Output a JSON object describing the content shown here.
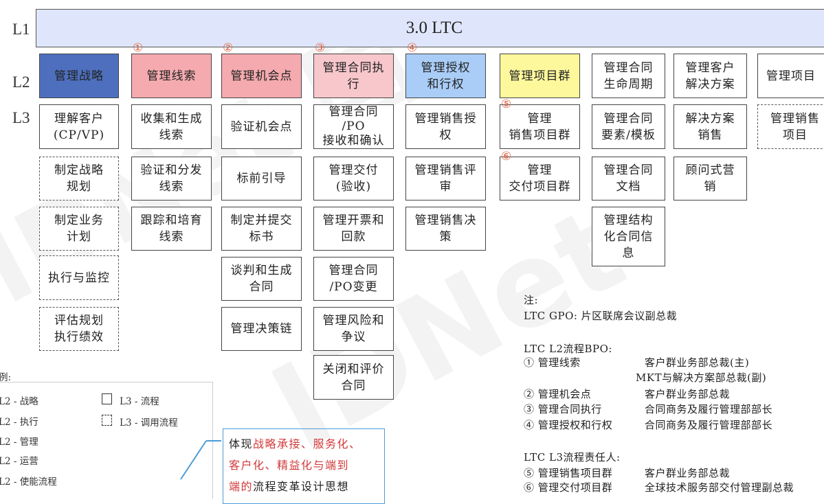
{
  "levels": {
    "l1": "L1",
    "l2": "L2",
    "l3": "L3"
  },
  "header": {
    "title": "3.0 LTC"
  },
  "colors": {
    "header_bg": "#dfe6fb",
    "strategy": "#4d6fbe",
    "lead": "#f4aaaf",
    "contract_exec": "#f7c7cb",
    "authority": "#a9cdf7",
    "project_group": "#fdf89c",
    "accent_circle": "#e06040",
    "highlight_red": "#d23a3a",
    "highlight_box": "#4a9ad6"
  },
  "columns": [
    {
      "l2": "管理战略",
      "num": "",
      "l3": [
        {
          "text": "理解客户\n(CP/VP)",
          "type": "flow"
        },
        {
          "text": "制定战略\n规划",
          "type": "call"
        },
        {
          "text": "制定业务\n计划",
          "type": "call"
        },
        {
          "text": "执行与监控",
          "type": "call"
        },
        {
          "text": "评估规划\n执行绩效",
          "type": "call"
        }
      ]
    },
    {
      "l2": "管理线索",
      "num": "①",
      "l3": [
        {
          "text": "收集和生成\n线索",
          "type": "flow"
        },
        {
          "text": "验证和分发\n线索",
          "type": "flow"
        },
        {
          "text": "跟踪和培育\n线索",
          "type": "flow"
        }
      ]
    },
    {
      "l2": "管理机会点",
      "num": "②",
      "l3": [
        {
          "text": "验证机会点",
          "type": "flow"
        },
        {
          "text": "标前引导",
          "type": "flow"
        },
        {
          "text": "制定并提交\n标书",
          "type": "flow"
        },
        {
          "text": "谈判和生成\n合同",
          "type": "flow"
        },
        {
          "text": "管理决策链",
          "type": "flow"
        }
      ]
    },
    {
      "l2": "管理合同执\n行",
      "num": "③",
      "l3": [
        {
          "text": "管理合同\n/PO\n接收和确认",
          "type": "flow"
        },
        {
          "text": "管理交付\n(验收)",
          "type": "flow"
        },
        {
          "text": "管理开票和\n回款",
          "type": "flow"
        },
        {
          "text": "管理合同\n/PO变更",
          "type": "flow"
        },
        {
          "text": "管理风险和\n争议",
          "type": "flow"
        },
        {
          "text": "关闭和评价\n合同",
          "type": "flow"
        }
      ]
    },
    {
      "l2": "管理授权\n和行权",
      "num": "④",
      "l3": [
        {
          "text": "管理销售授\n权",
          "type": "flow"
        },
        {
          "text": "管理销售评\n审",
          "type": "flow"
        },
        {
          "text": "管理销售决\n策",
          "type": "flow"
        }
      ]
    },
    {
      "l2": "管理项目群",
      "num": "",
      "l3": [
        {
          "text": "管理\n销售项目群",
          "type": "flow",
          "num": "⑤"
        },
        {
          "text": "管理\n交付项目群",
          "type": "flow",
          "num": "⑥"
        }
      ]
    },
    {
      "l2": "管理合同\n生命周期",
      "num": "",
      "l3": [
        {
          "text": "管理合同\n要素/模板",
          "type": "flow"
        },
        {
          "text": "管理合同\n文档",
          "type": "flow"
        },
        {
          "text": "管理结构\n化合同信\n息",
          "type": "flow"
        }
      ]
    },
    {
      "l2": "管理客户\n解决方案",
      "num": "",
      "l3": [
        {
          "text": "解决方案\n销售",
          "type": "flow"
        },
        {
          "text": "顾问式营\n销",
          "type": "flow"
        }
      ]
    },
    {
      "l2": "管理项目",
      "num": "",
      "l3": [
        {
          "text": "管理销售\n项目",
          "type": "call"
        }
      ]
    }
  ],
  "legend": {
    "title": "例:",
    "rows": [
      "L2 - 战略",
      "L2 - 执行",
      "L2 - 管理",
      "L2 - 运营",
      "L2 - 使能流程"
    ],
    "flow": "L3 - 流程",
    "call": "L3 - 调用流程"
  },
  "highlight": {
    "p1": "体现",
    "r1": "战略承接、服务化、",
    "r2": "客户化、精益化与端到",
    "r3": "端的",
    "p3": "流程变革设计思想"
  },
  "notes": {
    "title": "注:",
    "gpo": "LTC GPO: 片区联席会议副总裁",
    "bpo_title": "LTC L2流程BPO:",
    "bpo": [
      {
        "name": "① 管理线索",
        "owner": "客户群业务部总裁(主)"
      },
      {
        "name": "",
        "owner": "MKT与解决方案部总裁(副)"
      },
      {
        "name": "② 管理机会点",
        "owner": "客户群业务部总裁"
      },
      {
        "name": "③ 管理合同执行",
        "owner": "合同商务及履行管理部部长"
      },
      {
        "name": "④ 管理授权和行权",
        "owner": "合同商务及履行管理部部长"
      }
    ],
    "l3_title": "LTC L3流程责任人:",
    "l3": [
      {
        "name": "⑤ 管理销售项目群",
        "owner": "客户群业务部总裁"
      },
      {
        "name": "⑥ 管理交付项目群",
        "owner": "全球技术服务部交付管理副总裁"
      }
    ]
  }
}
